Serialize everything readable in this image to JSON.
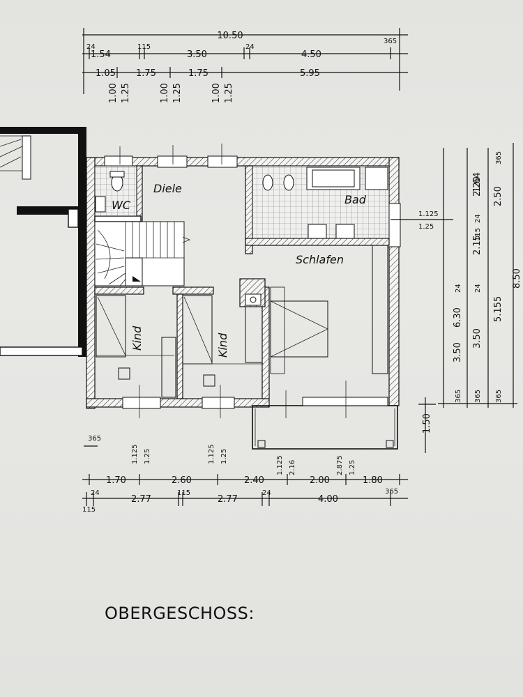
{
  "title": "OBERGESCHOSS:",
  "rooms": {
    "diele": "Diele",
    "wc": "WC",
    "bad": "Bad",
    "schlafen": "Schlafen",
    "kind_left": "Kind",
    "kind_right": "Kind"
  },
  "top_dims": {
    "overall": "10.50",
    "row1": [
      "24",
      "1.54",
      "115",
      "3.50",
      "24",
      "4.50",
      "365"
    ],
    "row2": [
      "1.05",
      "1.75",
      "1.75",
      "5.95"
    ],
    "heights": [
      "1.00",
      "1.25",
      "1.00",
      "1.25",
      "1.00",
      "1.25"
    ]
  },
  "bottom_dims": {
    "small_top": "365",
    "heights": [
      "1.125",
      "1.25",
      "1.125",
      "1.25",
      "1.125",
      "2.16",
      "2.875",
      "1.25"
    ],
    "row1": [
      "1.70",
      "2.60",
      "2.40",
      "2.00",
      "1.80"
    ],
    "row2": [
      "115",
      "24",
      "2.77",
      "115",
      "2.77",
      "24",
      "4.00",
      "365"
    ]
  },
  "right_dims": {
    "col1": [
      "6.30",
      "3.50",
      "24",
      "365"
    ],
    "col2": [
      "2.20",
      "1.64",
      "24",
      "2.15",
      "115",
      "24",
      "3.50",
      "365"
    ],
    "col3": [
      "365",
      "2.50",
      "5.155",
      "365"
    ],
    "overall": "8.50",
    "window": [
      "1.125",
      "1.25"
    ],
    "balcony": "1.50"
  }
}
